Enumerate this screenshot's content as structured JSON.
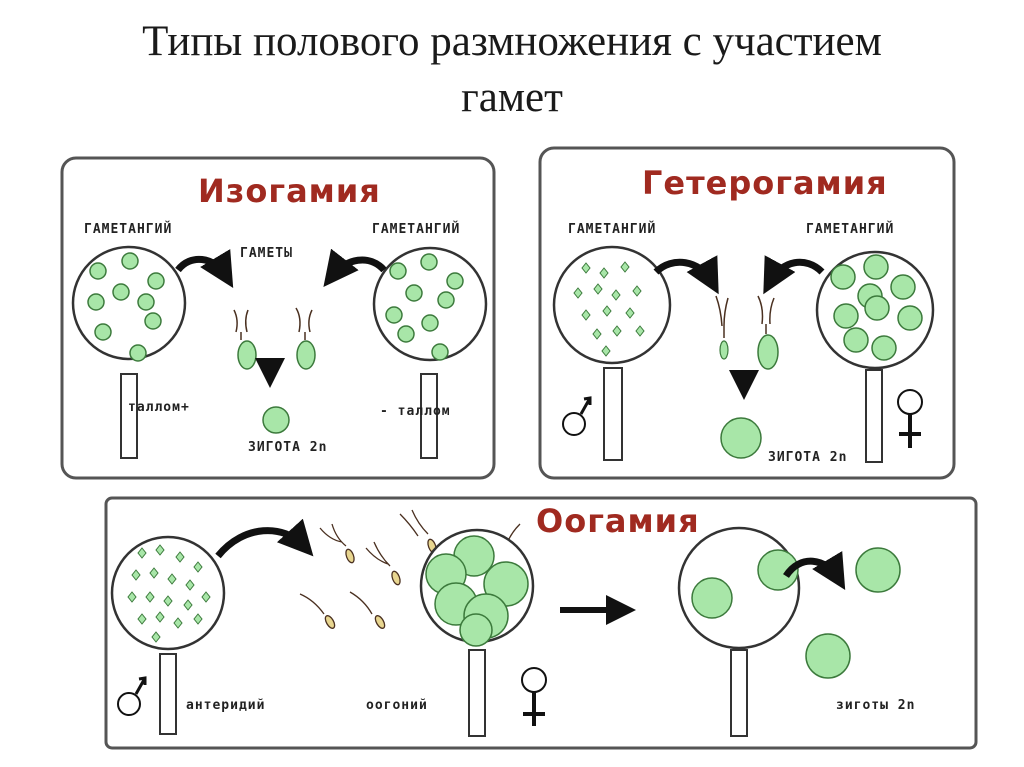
{
  "title": {
    "line1": "Типы полового размножения с участием",
    "line2": "гамет"
  },
  "colors": {
    "cell_fill": "#a8e6a8",
    "cell_stroke": "#3c7a3c",
    "title_red": "#a02a20",
    "frame": "#555555",
    "arrow": "#111111"
  },
  "isogamy": {
    "title": "Изогамия",
    "left_label": "ГАМЕТАНГИЙ",
    "right_label": "ГАМЕТАНГИЙ",
    "gametes_label": "ГАМЕТЫ",
    "thallus_plus": "таллом+",
    "thallus_minus": "- таллом",
    "zygote": "ЗИГОТА 2n"
  },
  "heterogamy": {
    "title": "Гетерогамия",
    "left_label": "ГАМЕТАНГИЙ",
    "right_label": "ГАМЕТАНГИЙ",
    "zygote": "ЗИГОТА 2n",
    "male_symbol": "male-symbol-icon",
    "female_symbol": "female-symbol-icon"
  },
  "oogamy": {
    "title": "Оогамия",
    "antheridium": "антеридий",
    "oogonium": "оогоний",
    "zygotes": "зиготы 2n",
    "male_symbol": "male-symbol-icon",
    "female_symbol": "female-symbol-icon"
  }
}
